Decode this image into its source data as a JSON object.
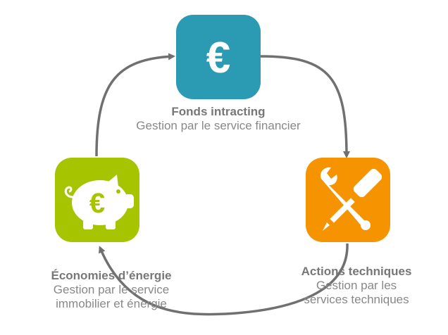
{
  "colors": {
    "fund": "#2b9bb3",
    "actions": "#f59300",
    "savings": "#a6c400",
    "arrow": "#707070",
    "text": "#888888"
  },
  "nodes": {
    "fund": {
      "icon": "euro-icon",
      "title": "Fonds intracting",
      "subtitle": "Gestion par le service financier"
    },
    "actions": {
      "icon": "wrench-screwdriver-icon",
      "title": "Actions techniques",
      "subtitle_line1": "Gestion par les",
      "subtitle_line2": "services techniques"
    },
    "savings": {
      "icon": "piggy-bank-euro-icon",
      "title": "Économies d’énergie",
      "subtitle_line1": "Gestion par le service",
      "subtitle_line2": "immobilier et énergie"
    }
  }
}
